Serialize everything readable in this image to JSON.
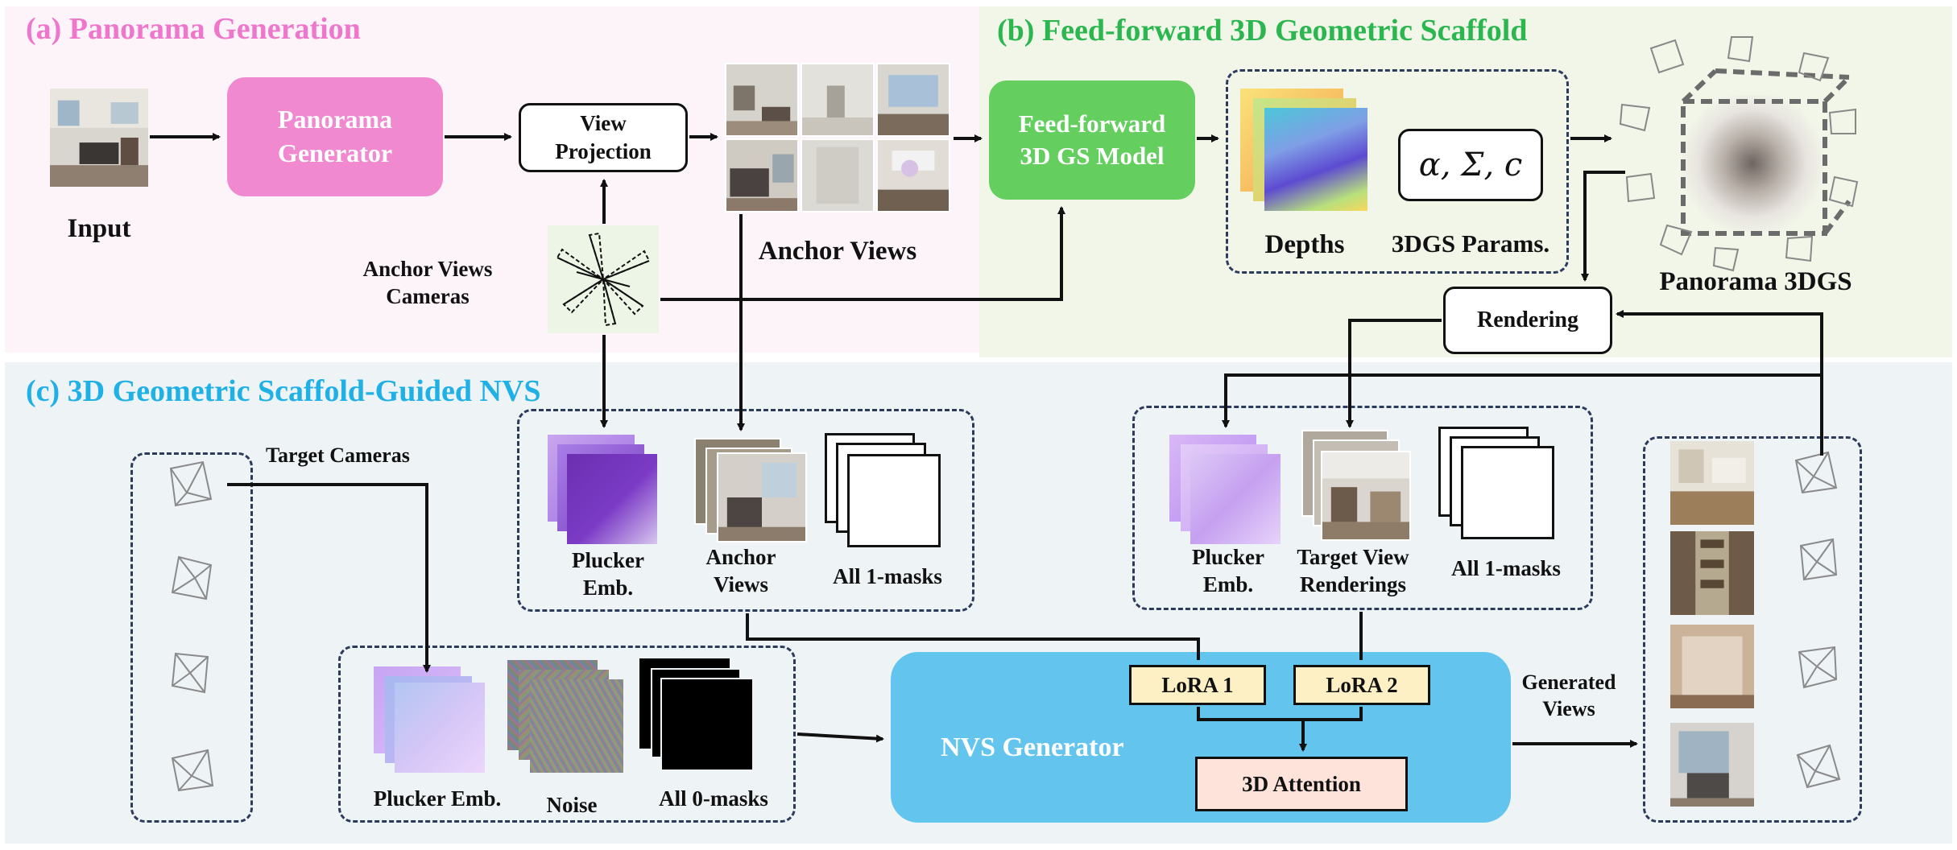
{
  "sections": {
    "a_title": "(a) Panorama Generation",
    "b_title": "(b) Feed-forward 3D Geometric Scaffold",
    "c_title": "(c) 3D Geometric Scaffold-Guided NVS"
  },
  "panel_a": {
    "input_label": "Input",
    "generator_label": "Panorama Generator",
    "view_projection_label": "View Projection",
    "anchor_cams_label": "Anchor Views Cameras",
    "anchor_views_label": "Anchor Views"
  },
  "panel_b": {
    "ff_model_label": "Feed-forward 3D GS Model",
    "depths_label": "Depths",
    "params_symbol": "α, Σ, c",
    "params_label": "3DGS Params.",
    "pano3dgs_label": "Panorama 3DGS",
    "rendering_label": "Rendering"
  },
  "panel_c": {
    "target_cams_label": "Target Cameras",
    "plucker_emb_label": "Plucker Emb.",
    "anchor_views_label": "Anchor Views",
    "all1_label": "All 1-masks",
    "plucker_emb2_label": "Plucker Emb.",
    "target_renderings_label": "Target View Renderings",
    "all1_label_2": "All 1-masks",
    "plucker_emb3_label": "Plucker Emb.",
    "noise_label": "Noise",
    "all0_label": "All 0-masks",
    "nvs_generator_label": "NVS Generator",
    "lora1_label": "LoRA 1",
    "lora2_label": "LoRA 2",
    "attention_label": "3D Attention",
    "generated_views_label": "Generated Views"
  },
  "colors": {
    "a_bg": "#fdf4fa",
    "b_bg": "#f2f6e9",
    "c_bg": "#eef3f6",
    "a_title": "#ee77cc",
    "b_title": "#2bb64f",
    "c_title": "#1fb0e6",
    "generator": "#f089d0",
    "ff_model": "#64cf5e",
    "nvs": "#63c5ee"
  }
}
